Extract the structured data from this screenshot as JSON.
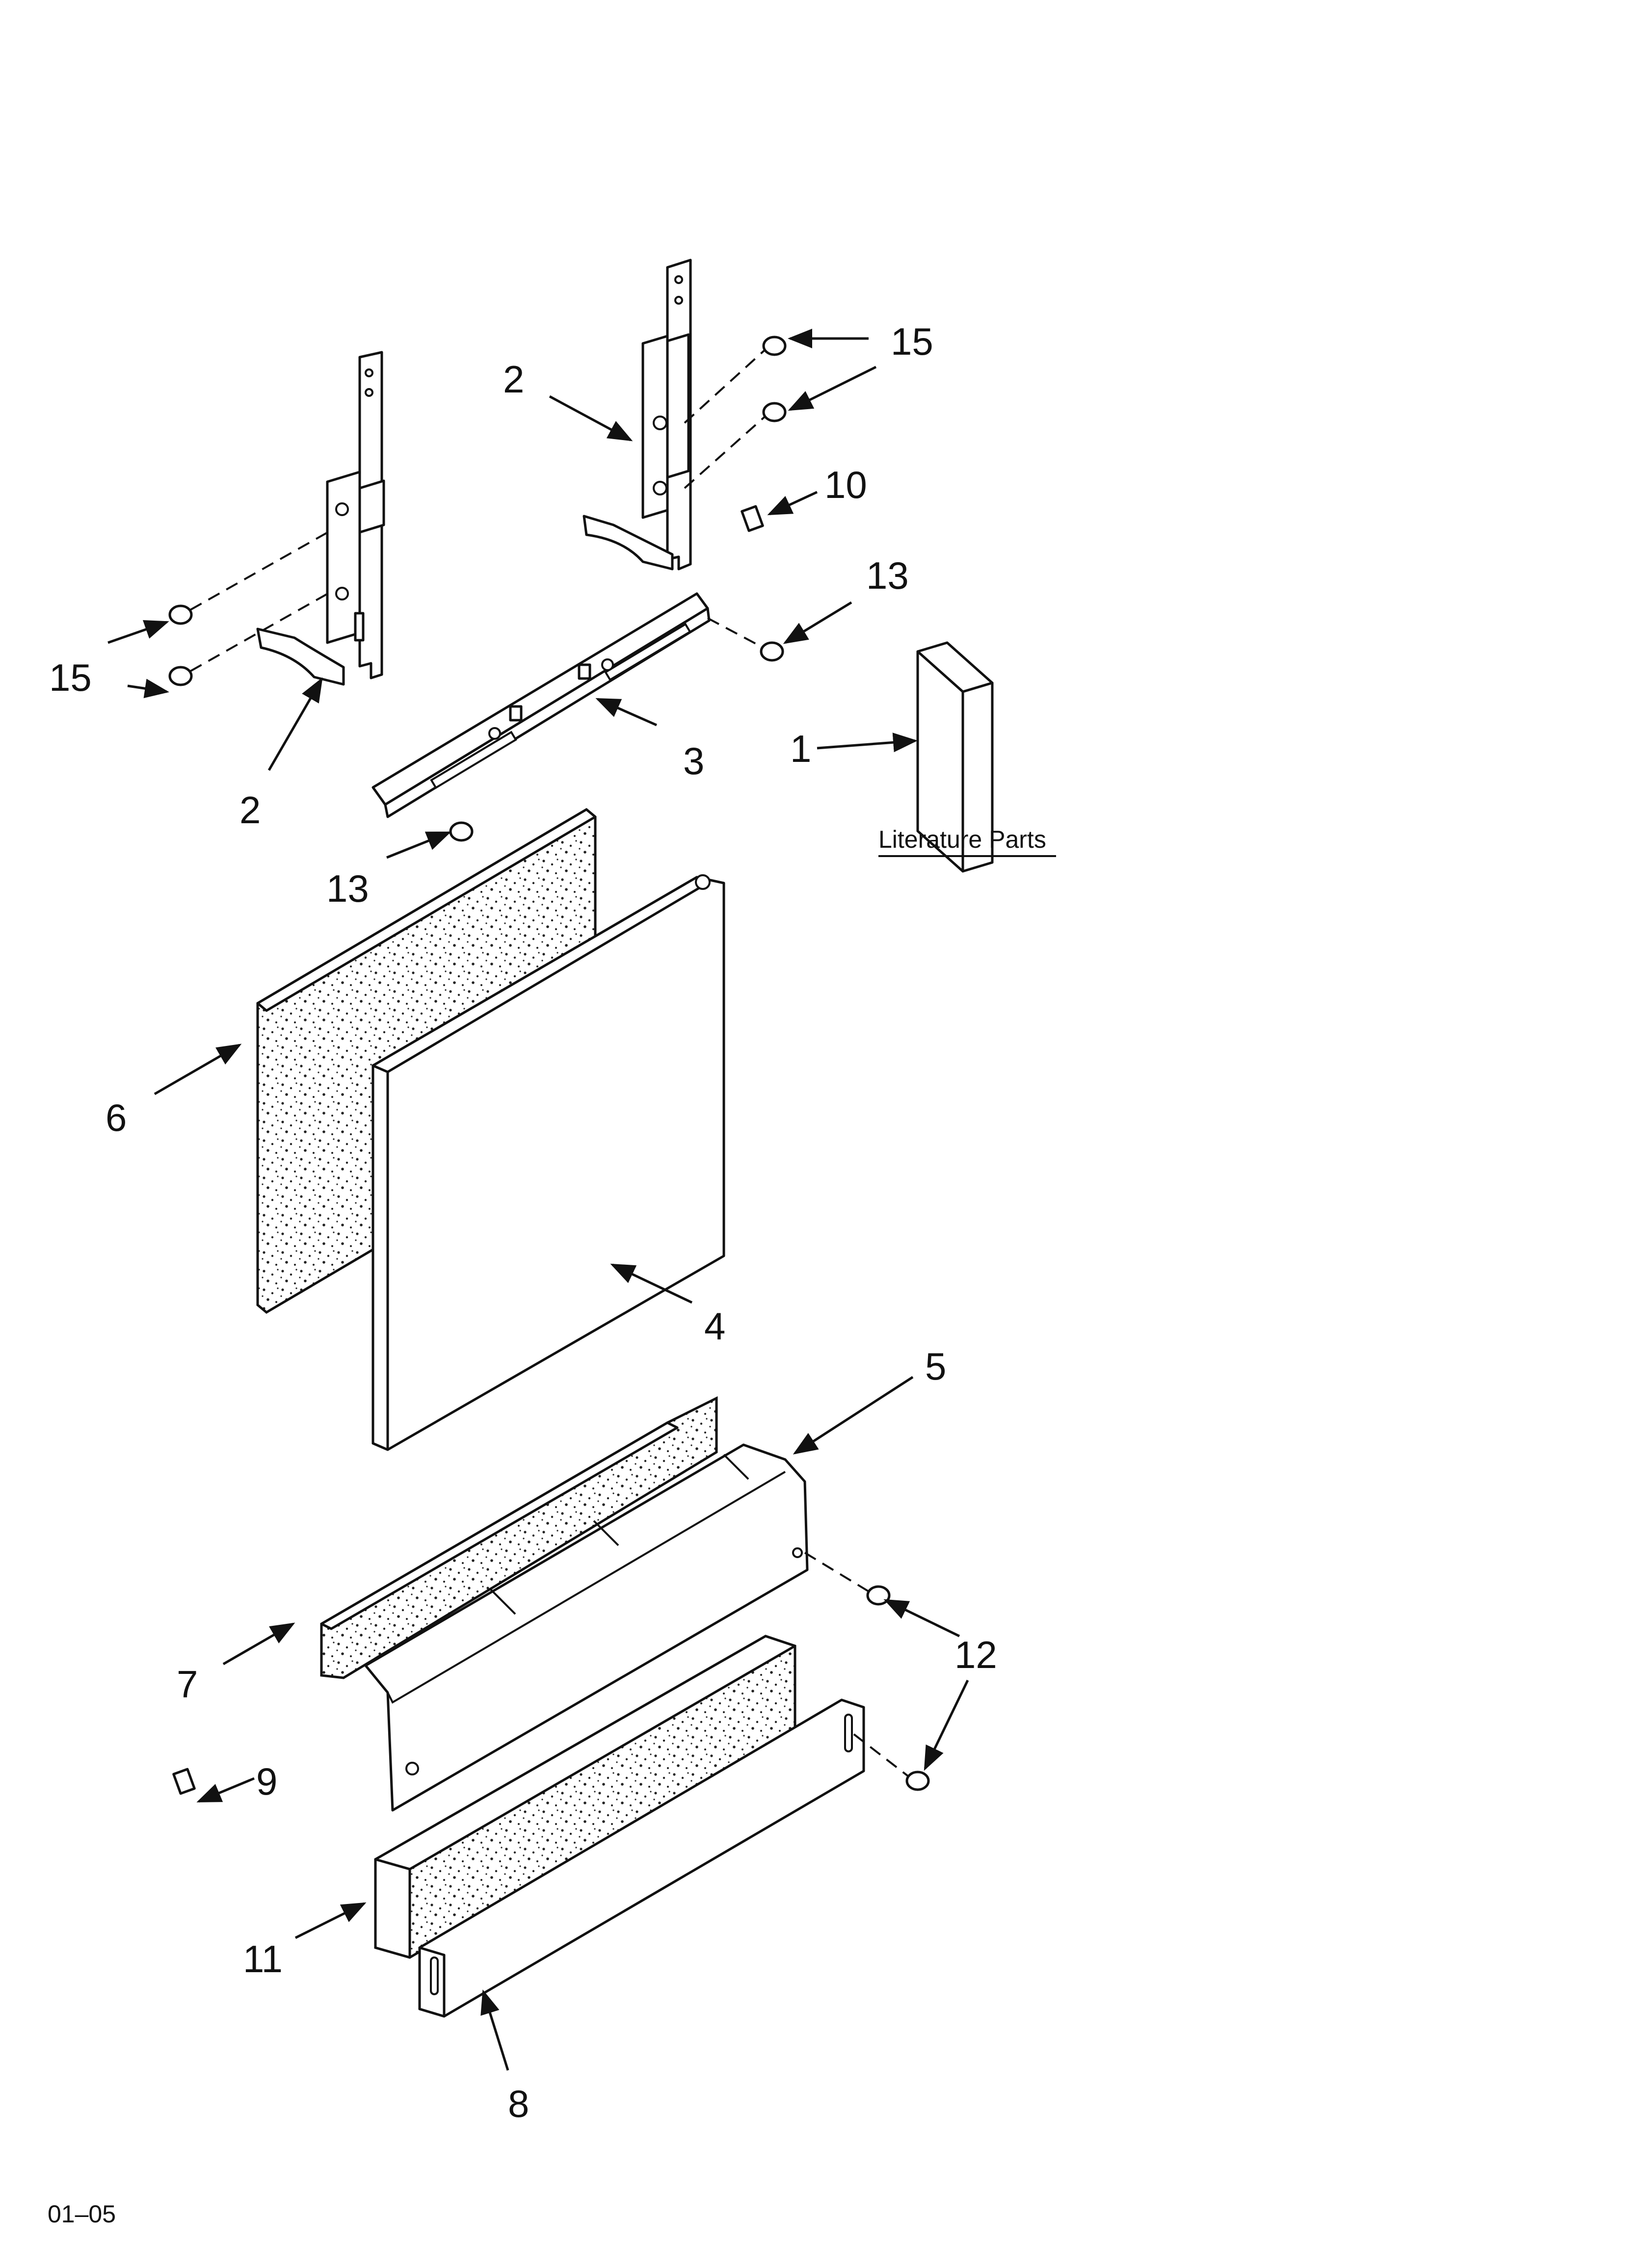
{
  "callouts": {
    "c1": "1",
    "c2a": "2",
    "c2b": "2",
    "c3": "3",
    "c4": "4",
    "c5": "5",
    "c6": "6",
    "c7": "7",
    "c8": "8",
    "c9": "9",
    "c10": "10",
    "c11": "11",
    "c12": "12",
    "c13a": "13",
    "c13b": "13",
    "c15a": "15",
    "c15b": "15"
  },
  "literature_label": "Literature Parts",
  "footer_code": "01–05"
}
